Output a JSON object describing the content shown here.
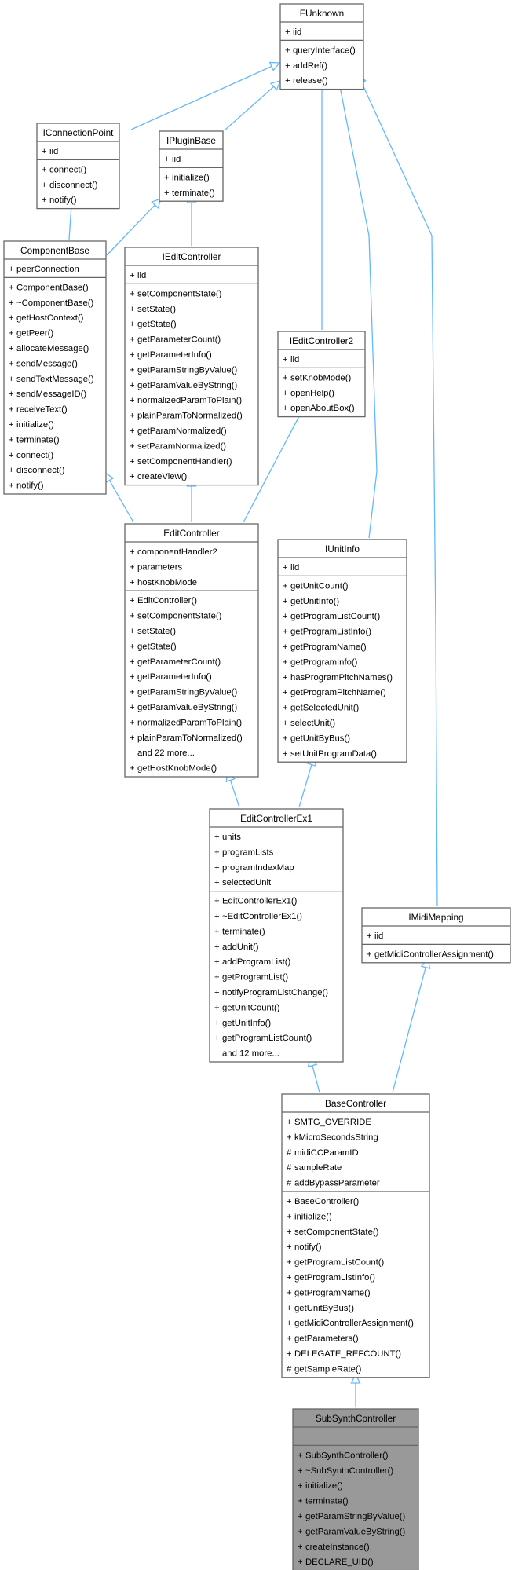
{
  "classes": [
    {
      "id": "FUnknown",
      "title": "FUnknown",
      "attributes": [
        [
          "+",
          "iid"
        ]
      ],
      "methods": [
        [
          "+",
          "queryInterface()"
        ],
        [
          "+",
          "addRef()"
        ],
        [
          "+",
          "release()"
        ]
      ]
    },
    {
      "id": "IConnectionPoint",
      "title": "IConnectionPoint",
      "attributes": [
        [
          "+",
          " iid"
        ]
      ],
      "methods": [
        [
          "+",
          " connect()"
        ],
        [
          "+",
          " disconnect()"
        ],
        [
          "+",
          " notify()"
        ]
      ]
    },
    {
      "id": "IPluginBase",
      "title": "IPluginBase",
      "attributes": [
        [
          "+",
          "iid"
        ]
      ],
      "methods": [
        [
          "+",
          "initialize()"
        ],
        [
          "+",
          "terminate()"
        ]
      ]
    },
    {
      "id": "ComponentBase",
      "title": "ComponentBase",
      "attributes": [
        [
          "+",
          "peerConnection"
        ]
      ],
      "methods": [
        [
          "+",
          "ComponentBase()"
        ],
        [
          "+",
          "~ComponentBase()"
        ],
        [
          "+",
          "getHostContext()"
        ],
        [
          "+",
          "getPeer()"
        ],
        [
          "+",
          "allocateMessage()"
        ],
        [
          "+",
          "sendMessage()"
        ],
        [
          "+",
          "sendTextMessage()"
        ],
        [
          "+",
          "sendMessageID()"
        ],
        [
          "+",
          "receiveText()"
        ],
        [
          "+",
          "initialize()"
        ],
        [
          "+",
          "terminate()"
        ],
        [
          "+",
          "connect()"
        ],
        [
          "+",
          "disconnect()"
        ],
        [
          "+",
          "notify()"
        ]
      ]
    },
    {
      "id": "IEditController",
      "title": "IEditController",
      "attributes": [
        [
          "+",
          "iid"
        ]
      ],
      "methods": [
        [
          "+",
          "setComponentState()"
        ],
        [
          "+",
          "setState()"
        ],
        [
          "+",
          "getState()"
        ],
        [
          "+",
          "getParameterCount()"
        ],
        [
          "+",
          "getParameterInfo()"
        ],
        [
          "+",
          "getParamStringByValue()"
        ],
        [
          "+",
          "getParamValueByString()"
        ],
        [
          "+",
          "normalizedParamToPlain()"
        ],
        [
          "+",
          "plainParamToNormalized()"
        ],
        [
          "+",
          "getParamNormalized()"
        ],
        [
          "+",
          "setParamNormalized()"
        ],
        [
          "+",
          "setComponentHandler()"
        ],
        [
          "+",
          "createView()"
        ]
      ]
    },
    {
      "id": "IEditController2",
      "title": "IEditController2",
      "attributes": [
        [
          "+",
          "iid"
        ]
      ],
      "methods": [
        [
          "+",
          "setKnobMode()"
        ],
        [
          "+",
          "openHelp()"
        ],
        [
          "+",
          "openAboutBox()"
        ]
      ]
    },
    {
      "id": "EditController",
      "title": "EditController",
      "attributes": [
        [
          "+",
          "componentHandler2"
        ],
        [
          "+",
          "parameters"
        ],
        [
          "+",
          "hostKnobMode"
        ]
      ],
      "methods": [
        [
          "+",
          "EditController()"
        ],
        [
          "+",
          "setComponentState()"
        ],
        [
          "+",
          "setState()"
        ],
        [
          "+",
          "getState()"
        ],
        [
          "+",
          "getParameterCount()"
        ],
        [
          "+",
          "getParameterInfo()"
        ],
        [
          "+",
          "getParamStringByValue()"
        ],
        [
          "+",
          "getParamValueByString()"
        ],
        [
          "+",
          "normalizedParamToPlain()"
        ],
        [
          "+",
          "plainParamToNormalized()"
        ],
        [
          "",
          "and 22 more..."
        ],
        [
          "+",
          "getHostKnobMode()"
        ]
      ]
    },
    {
      "id": "IUnitInfo",
      "title": "IUnitInfo",
      "attributes": [
        [
          "+",
          "iid"
        ]
      ],
      "methods": [
        [
          "+",
          "getUnitCount()"
        ],
        [
          "+",
          "getUnitInfo()"
        ],
        [
          "+",
          "getProgramListCount()"
        ],
        [
          "+",
          "getProgramListInfo()"
        ],
        [
          "+",
          "getProgramName()"
        ],
        [
          "+",
          "getProgramInfo()"
        ],
        [
          "+",
          "hasProgramPitchNames()"
        ],
        [
          "+",
          "getProgramPitchName()"
        ],
        [
          "+",
          "getSelectedUnit()"
        ],
        [
          "+",
          "selectUnit()"
        ],
        [
          "+",
          "getUnitByBus()"
        ],
        [
          "+",
          "setUnitProgramData()"
        ]
      ]
    },
    {
      "id": "EditControllerEx1",
      "title": "EditControllerEx1",
      "attributes": [
        [
          "+",
          "units"
        ],
        [
          "+",
          "programLists"
        ],
        [
          "+",
          "programIndexMap"
        ],
        [
          "+",
          "selectedUnit"
        ]
      ],
      "methods": [
        [
          "+",
          "EditControllerEx1()"
        ],
        [
          "+",
          "~EditControllerEx1()"
        ],
        [
          "+",
          "terminate()"
        ],
        [
          "+",
          "addUnit()"
        ],
        [
          "+",
          "addProgramList()"
        ],
        [
          "+",
          "getProgramList()"
        ],
        [
          "+",
          "notifyProgramListChange()"
        ],
        [
          "+",
          "getUnitCount()"
        ],
        [
          "+",
          "getUnitInfo()"
        ],
        [
          "+",
          "getProgramListCount()"
        ],
        [
          "",
          "and 12 more..."
        ]
      ]
    },
    {
      "id": "IMidiMapping",
      "title": "IMidiMapping",
      "attributes": [
        [
          "+",
          "iid"
        ]
      ],
      "methods": [
        [
          "+",
          "getMidiControllerAssignment()"
        ]
      ]
    },
    {
      "id": "BaseController",
      "title": "BaseController",
      "attributes": [
        [
          "+",
          "SMTG_OVERRIDE"
        ],
        [
          "+",
          "kMicroSecondsString"
        ],
        [
          "#",
          "midiCCParamID"
        ],
        [
          "#",
          "sampleRate"
        ],
        [
          "#",
          "addBypassParameter"
        ]
      ],
      "methods": [
        [
          "+",
          "BaseController()"
        ],
        [
          "+",
          "initialize()"
        ],
        [
          "+",
          "setComponentState()"
        ],
        [
          "+",
          "notify()"
        ],
        [
          "+",
          "getProgramListCount()"
        ],
        [
          "+",
          "getProgramListInfo()"
        ],
        [
          "+",
          "getProgramName()"
        ],
        [
          "+",
          "getUnitByBus()"
        ],
        [
          "+",
          "getMidiControllerAssignment()"
        ],
        [
          "+",
          "getParameters()"
        ],
        [
          "+",
          "DELEGATE_REFCOUNT()"
        ],
        [
          "#",
          "getSampleRate()"
        ]
      ]
    },
    {
      "id": "SubSynthController",
      "title": "SubSynthController",
      "highlighted": true,
      "attributes": [],
      "methods": [
        [
          "+",
          "SubSynthController()"
        ],
        [
          "+",
          "~SubSynthController()"
        ],
        [
          "+",
          "initialize()"
        ],
        [
          "+",
          "terminate()"
        ],
        [
          "+",
          "getParamStringByValue()"
        ],
        [
          "+",
          "getParamValueByString()"
        ],
        [
          "+",
          "createInstance()"
        ],
        [
          "+",
          "DECLARE_UID()"
        ]
      ]
    }
  ],
  "inheritance": [
    [
      "IConnectionPoint",
      "FUnknown"
    ],
    [
      "IPluginBase",
      "FUnknown"
    ],
    [
      "IEditController2",
      "FUnknown"
    ],
    [
      "IUnitInfo",
      "FUnknown"
    ],
    [
      "IMidiMapping",
      "FUnknown"
    ],
    [
      "ComponentBase",
      "IConnectionPoint"
    ],
    [
      "ComponentBase",
      "IPluginBase"
    ],
    [
      "IEditController",
      "IPluginBase"
    ],
    [
      "EditController",
      "ComponentBase"
    ],
    [
      "EditController",
      "IEditController"
    ],
    [
      "EditController",
      "IEditController2"
    ],
    [
      "EditControllerEx1",
      "EditController"
    ],
    [
      "EditControllerEx1",
      "IUnitInfo"
    ],
    [
      "BaseController",
      "EditControllerEx1"
    ],
    [
      "BaseController",
      "IMidiMapping"
    ],
    [
      "SubSynthController",
      "BaseController"
    ]
  ]
}
